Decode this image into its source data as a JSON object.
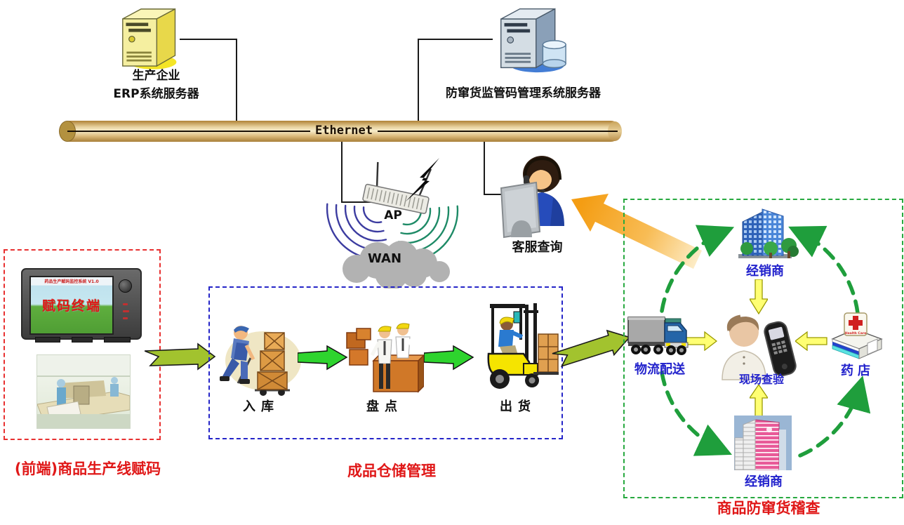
{
  "palette": {
    "red_label": "#e01818",
    "blue_label": "#2222cc",
    "red_border": "#e83030",
    "blue_border": "#2525c8",
    "green_border": "#27a93f",
    "bus_tan": "#e0c48c",
    "arrow_bright_green": "#2ed42e",
    "arrow_lime": "#a2c32e",
    "arrow_yellow": "#ffff73",
    "arrow_orange": "#f6a21d"
  },
  "erp_server": {
    "line1": "生产企业",
    "line2": "ERP系统服务器"
  },
  "code_server": {
    "label": "防窜货监管码管理系统服务器"
  },
  "network": {
    "ethernet_label": "Ethernet",
    "ap_label": "AP",
    "wan_label": "WAN"
  },
  "customer_service": {
    "label": "客服查询"
  },
  "coding": {
    "terminal_header": "药品生产赋码监控系统 V1.0",
    "terminal_title": "赋码终端",
    "caption": "(前端)商品生产线赋码"
  },
  "warehouse": {
    "caption": "成品仓储管理",
    "steps": [
      {
        "label": "入库"
      },
      {
        "label": "盘点"
      },
      {
        "label": "出货"
      }
    ]
  },
  "inspection": {
    "caption": "商品防窜货稽查",
    "distributor_top": "经销商",
    "logistics": "物流配送",
    "onsite": "现场查验",
    "pharmacy": "药店",
    "pharmacy_sign": "Health Care",
    "distributor_bottom": "经销商"
  }
}
